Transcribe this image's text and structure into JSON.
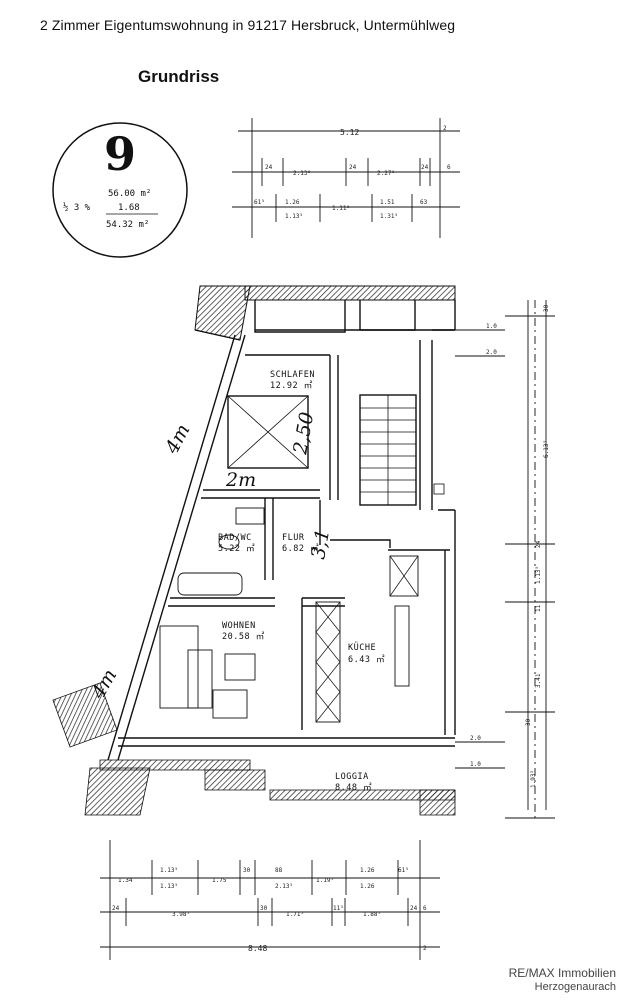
{
  "header": {
    "title": "2 Zimmer Eigentumswohnung in 91217 Hersbruck, Untermühlweg"
  },
  "section_title": "Grundriss",
  "seal": {
    "number": "9",
    "area_gross": "56.00 m²",
    "reduction_label": "½ 3 %",
    "reduction_value": "1.68",
    "area_net": "54.32 m²"
  },
  "rooms": [
    {
      "name": "SCHLAFEN",
      "area": "12.92 ㎡"
    },
    {
      "name": "BAD/WC",
      "area": "5.22 ㎡"
    },
    {
      "name": "FLUR",
      "area": "6.82 ㎡"
    },
    {
      "name": "WOHNEN",
      "area": "20.58 ㎡"
    },
    {
      "name": "KÜCHE",
      "area": "6.43 ㎡"
    },
    {
      "name": "LOGGIA",
      "area": "8.48 ㎡"
    }
  ],
  "handwriting": {
    "left_top": "4m",
    "mid": "2m",
    "wall_a": "2,50",
    "wall_b": "3,1",
    "left_bottom": "4m"
  },
  "dimensions": {
    "top_total": "5.12",
    "top_r1": [
      "24",
      "2.13⁵",
      "24",
      "2.27⁵",
      "24",
      "6"
    ],
    "top_r2": [
      "61⁵",
      "1.26",
      "1.13⁵",
      "1.11⁵",
      "1.51",
      "1.31⁵",
      "63"
    ],
    "top_corner": "2",
    "right": [
      "30",
      "1.0",
      "2.0",
      "6.13⁵",
      "24",
      "1.13⁵",
      "11",
      "3.41",
      "30",
      "2.0",
      "1.0",
      "1.93⁵"
    ],
    "bot_r1": [
      "1.34",
      "1.13⁵",
      "1.13⁵",
      "1.75",
      "30",
      "88",
      "2.13⁵",
      "1.19⁵",
      "1.26",
      "1.26",
      "61⁵"
    ],
    "bot_r2": [
      "24",
      "3.98⁵",
      "30",
      "1.71⁵",
      "11⁵",
      "1.88⁵",
      "24",
      "6"
    ],
    "bot_total": "8.48",
    "bot_corner": "2"
  },
  "branding": {
    "line1": "RE/MAX Immobilien",
    "line2": "Herzogenaurach"
  }
}
